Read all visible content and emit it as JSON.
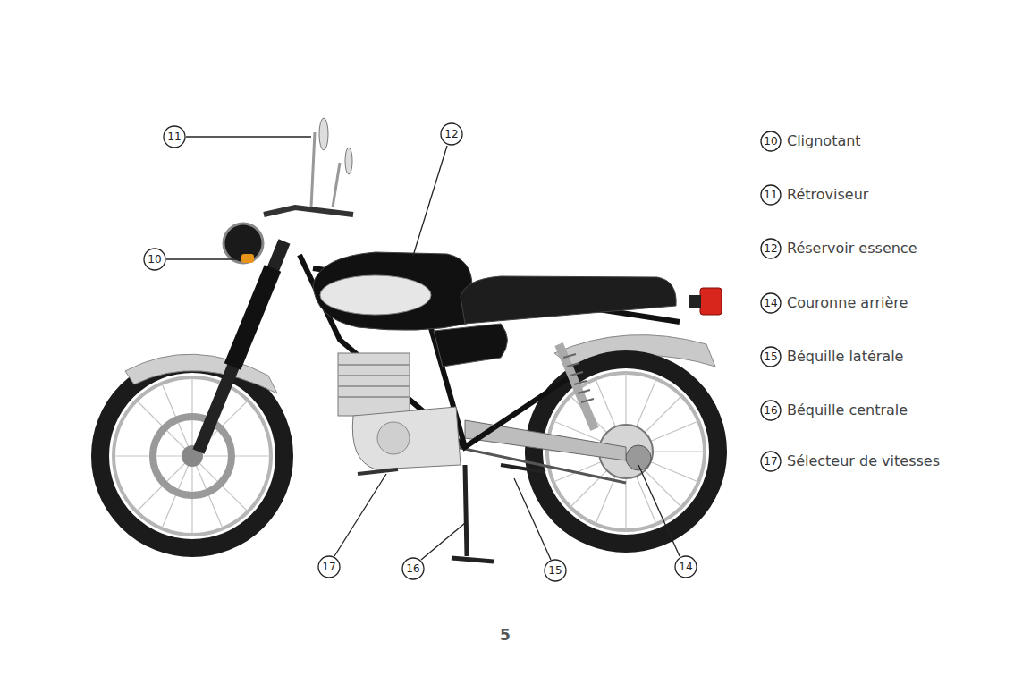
{
  "diagram": {
    "labels": [
      "11",
      "12",
      "10",
      "17",
      "16",
      "15",
      "14",
      "10",
      "Clignotant",
      "11",
      "Rétroviseur",
      "12",
      "Réservoir essence",
      "14",
      "Couronne arrière",
      "15",
      "Béquille latérale",
      "16",
      "Béquille centrale",
      "17",
      "Sélecteur de vitesses",
      "5"
    ]
  }
}
